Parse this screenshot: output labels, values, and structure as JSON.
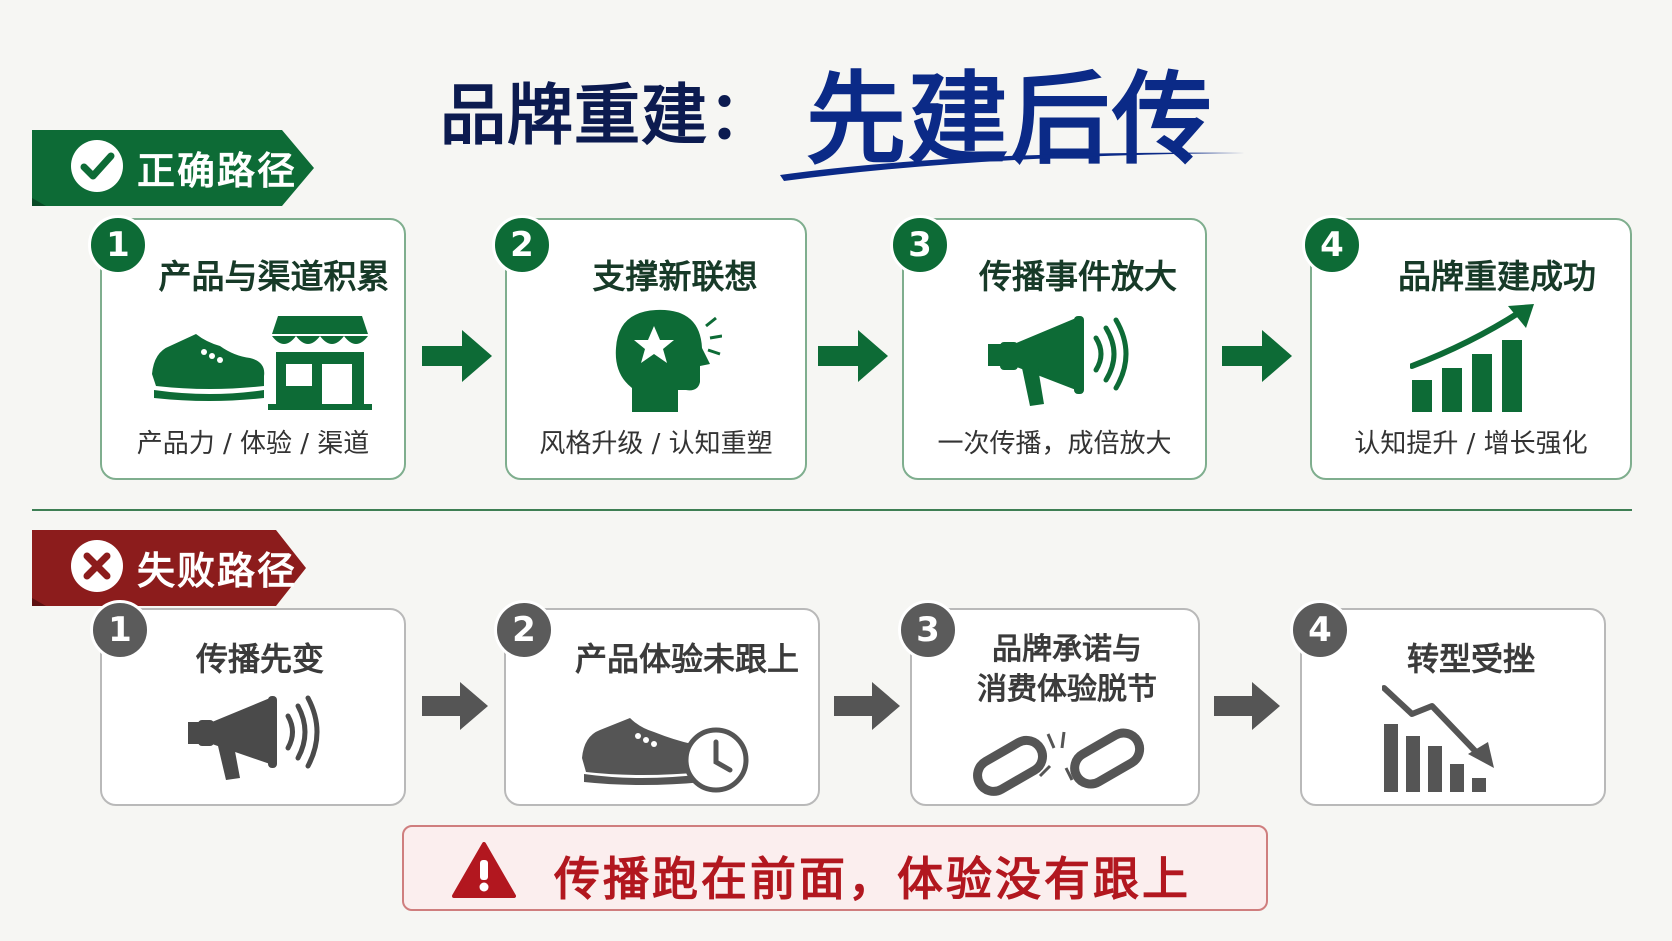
{
  "title": {
    "prefix": "品牌重建：",
    "emphasis": "先建后传"
  },
  "correct_path": {
    "label": "正确路径",
    "color": "#0d6b36",
    "steps": [
      {
        "number": "1",
        "title": "产品与渠道积累",
        "subtitle": "产品力 / 体验 / 渠道",
        "icons": [
          "sneaker-icon",
          "storefront-icon"
        ]
      },
      {
        "number": "2",
        "title": "支撑新联想",
        "subtitle": "风格升级 / 认知重塑",
        "icons": [
          "head-star-icon"
        ]
      },
      {
        "number": "3",
        "title": "传播事件放大",
        "subtitle": "一次传播，成倍放大",
        "icons": [
          "megaphone-icon"
        ]
      },
      {
        "number": "4",
        "title": "品牌重建成功",
        "subtitle": "认知提升 / 增长强化",
        "icons": [
          "growth-chart-icon"
        ]
      }
    ]
  },
  "failure_path": {
    "label": "失败路径",
    "color": "#8c1c1c",
    "steps": [
      {
        "number": "1",
        "title": "传播先变",
        "icons": [
          "megaphone-icon"
        ]
      },
      {
        "number": "2",
        "title": "产品体验未跟上",
        "icons": [
          "sneaker-icon",
          "clock-icon"
        ]
      },
      {
        "number": "3",
        "title": "品牌承诺与",
        "title_line2": "消费体验脱节",
        "icons": [
          "broken-chain-icon"
        ]
      },
      {
        "number": "4",
        "title": "转型受挫",
        "icons": [
          "decline-chart-icon"
        ]
      }
    ]
  },
  "warning": {
    "text": "传播跑在前面，体验没有跟上",
    "color": "#b2171f"
  }
}
